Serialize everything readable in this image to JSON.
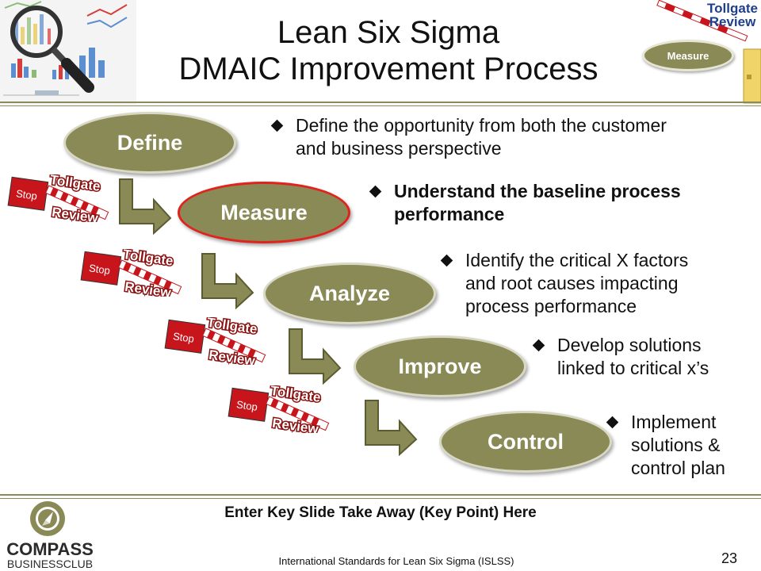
{
  "title": {
    "line1": "Lean Six Sigma",
    "line2": "DMAIC Improvement Process"
  },
  "corner": {
    "tollgate_line1": "Tollgate",
    "tollgate_line2": "Review",
    "badge": "Measure"
  },
  "phases": [
    {
      "label": "Define",
      "active": false
    },
    {
      "label": "Measure",
      "active": true
    },
    {
      "label": "Analyze",
      "active": false
    },
    {
      "label": "Improve",
      "active": false
    },
    {
      "label": "Control",
      "active": false
    }
  ],
  "bullets": [
    {
      "lines": [
        "Define the opportunity from both the customer",
        "and business perspective"
      ],
      "bold": false
    },
    {
      "lines": [
        "Understand the baseline process",
        "performance"
      ],
      "bold": true
    },
    {
      "lines": [
        "Identify the critical X factors",
        "and root causes impacting",
        "process performance"
      ],
      "bold": false
    },
    {
      "lines": [
        "Develop solutions",
        "linked to critical x’s"
      ],
      "bold": false
    },
    {
      "lines": [
        "Implement",
        "solutions &",
        "control plan"
      ],
      "bold": false
    }
  ],
  "tollgate": {
    "stop": "Stop",
    "line1": "Tollgate",
    "line2": "Review"
  },
  "footer": {
    "takeaway": "Enter Key Slide Take Away (Key Point) Here",
    "organization": "International Standards for Lean Six Sigma (ISLSS)",
    "page_number": "23",
    "logo_line1": "COMPASS",
    "logo_line2": "BUSINESSCLUB"
  },
  "colors": {
    "phase_fill": "#8a8a57",
    "active_outline": "#e0231c",
    "stop_red": "#c8151b",
    "arrow_fill": "#8a8a57",
    "rule": "#8a8a5a"
  }
}
